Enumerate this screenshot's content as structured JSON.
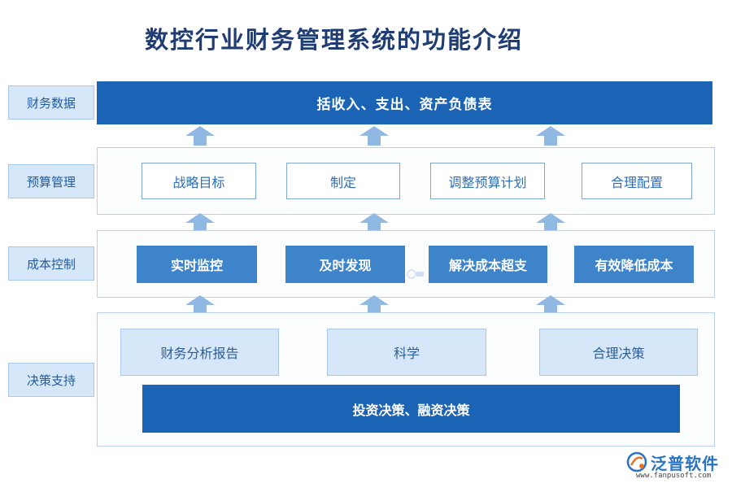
{
  "title": "数控行业财务管理系统的功能介绍",
  "rows": {
    "financial_data": {
      "label": "财务数据",
      "bar": "括收入、支出、资产负债表"
    },
    "budget": {
      "label": "预算管理",
      "items": [
        "战略目标",
        "制定",
        "调整预算计划",
        "合理配置"
      ]
    },
    "cost": {
      "label": "成本控制",
      "items": [
        "实时监控",
        "及时发现",
        "解决成本超支",
        "有效降低成本"
      ]
    },
    "decision": {
      "label": "决策支持",
      "items": [
        "财务分析报告",
        "科学",
        "合理决策"
      ],
      "bar": "投资决策、融资决策"
    }
  },
  "logo": {
    "name": "泛普软件",
    "url": "www.fanpusoft.com"
  },
  "colors": {
    "dark_blue": "#1b63b5",
    "mid_blue": "#3d84cb",
    "light_blue": "#d6e7f9",
    "arrow_blue": "#8fb9e3",
    "title": "#1f3d73"
  },
  "icons": {
    "arrow": "up-arrow-icon",
    "logo": "fanpu-logo-icon"
  }
}
